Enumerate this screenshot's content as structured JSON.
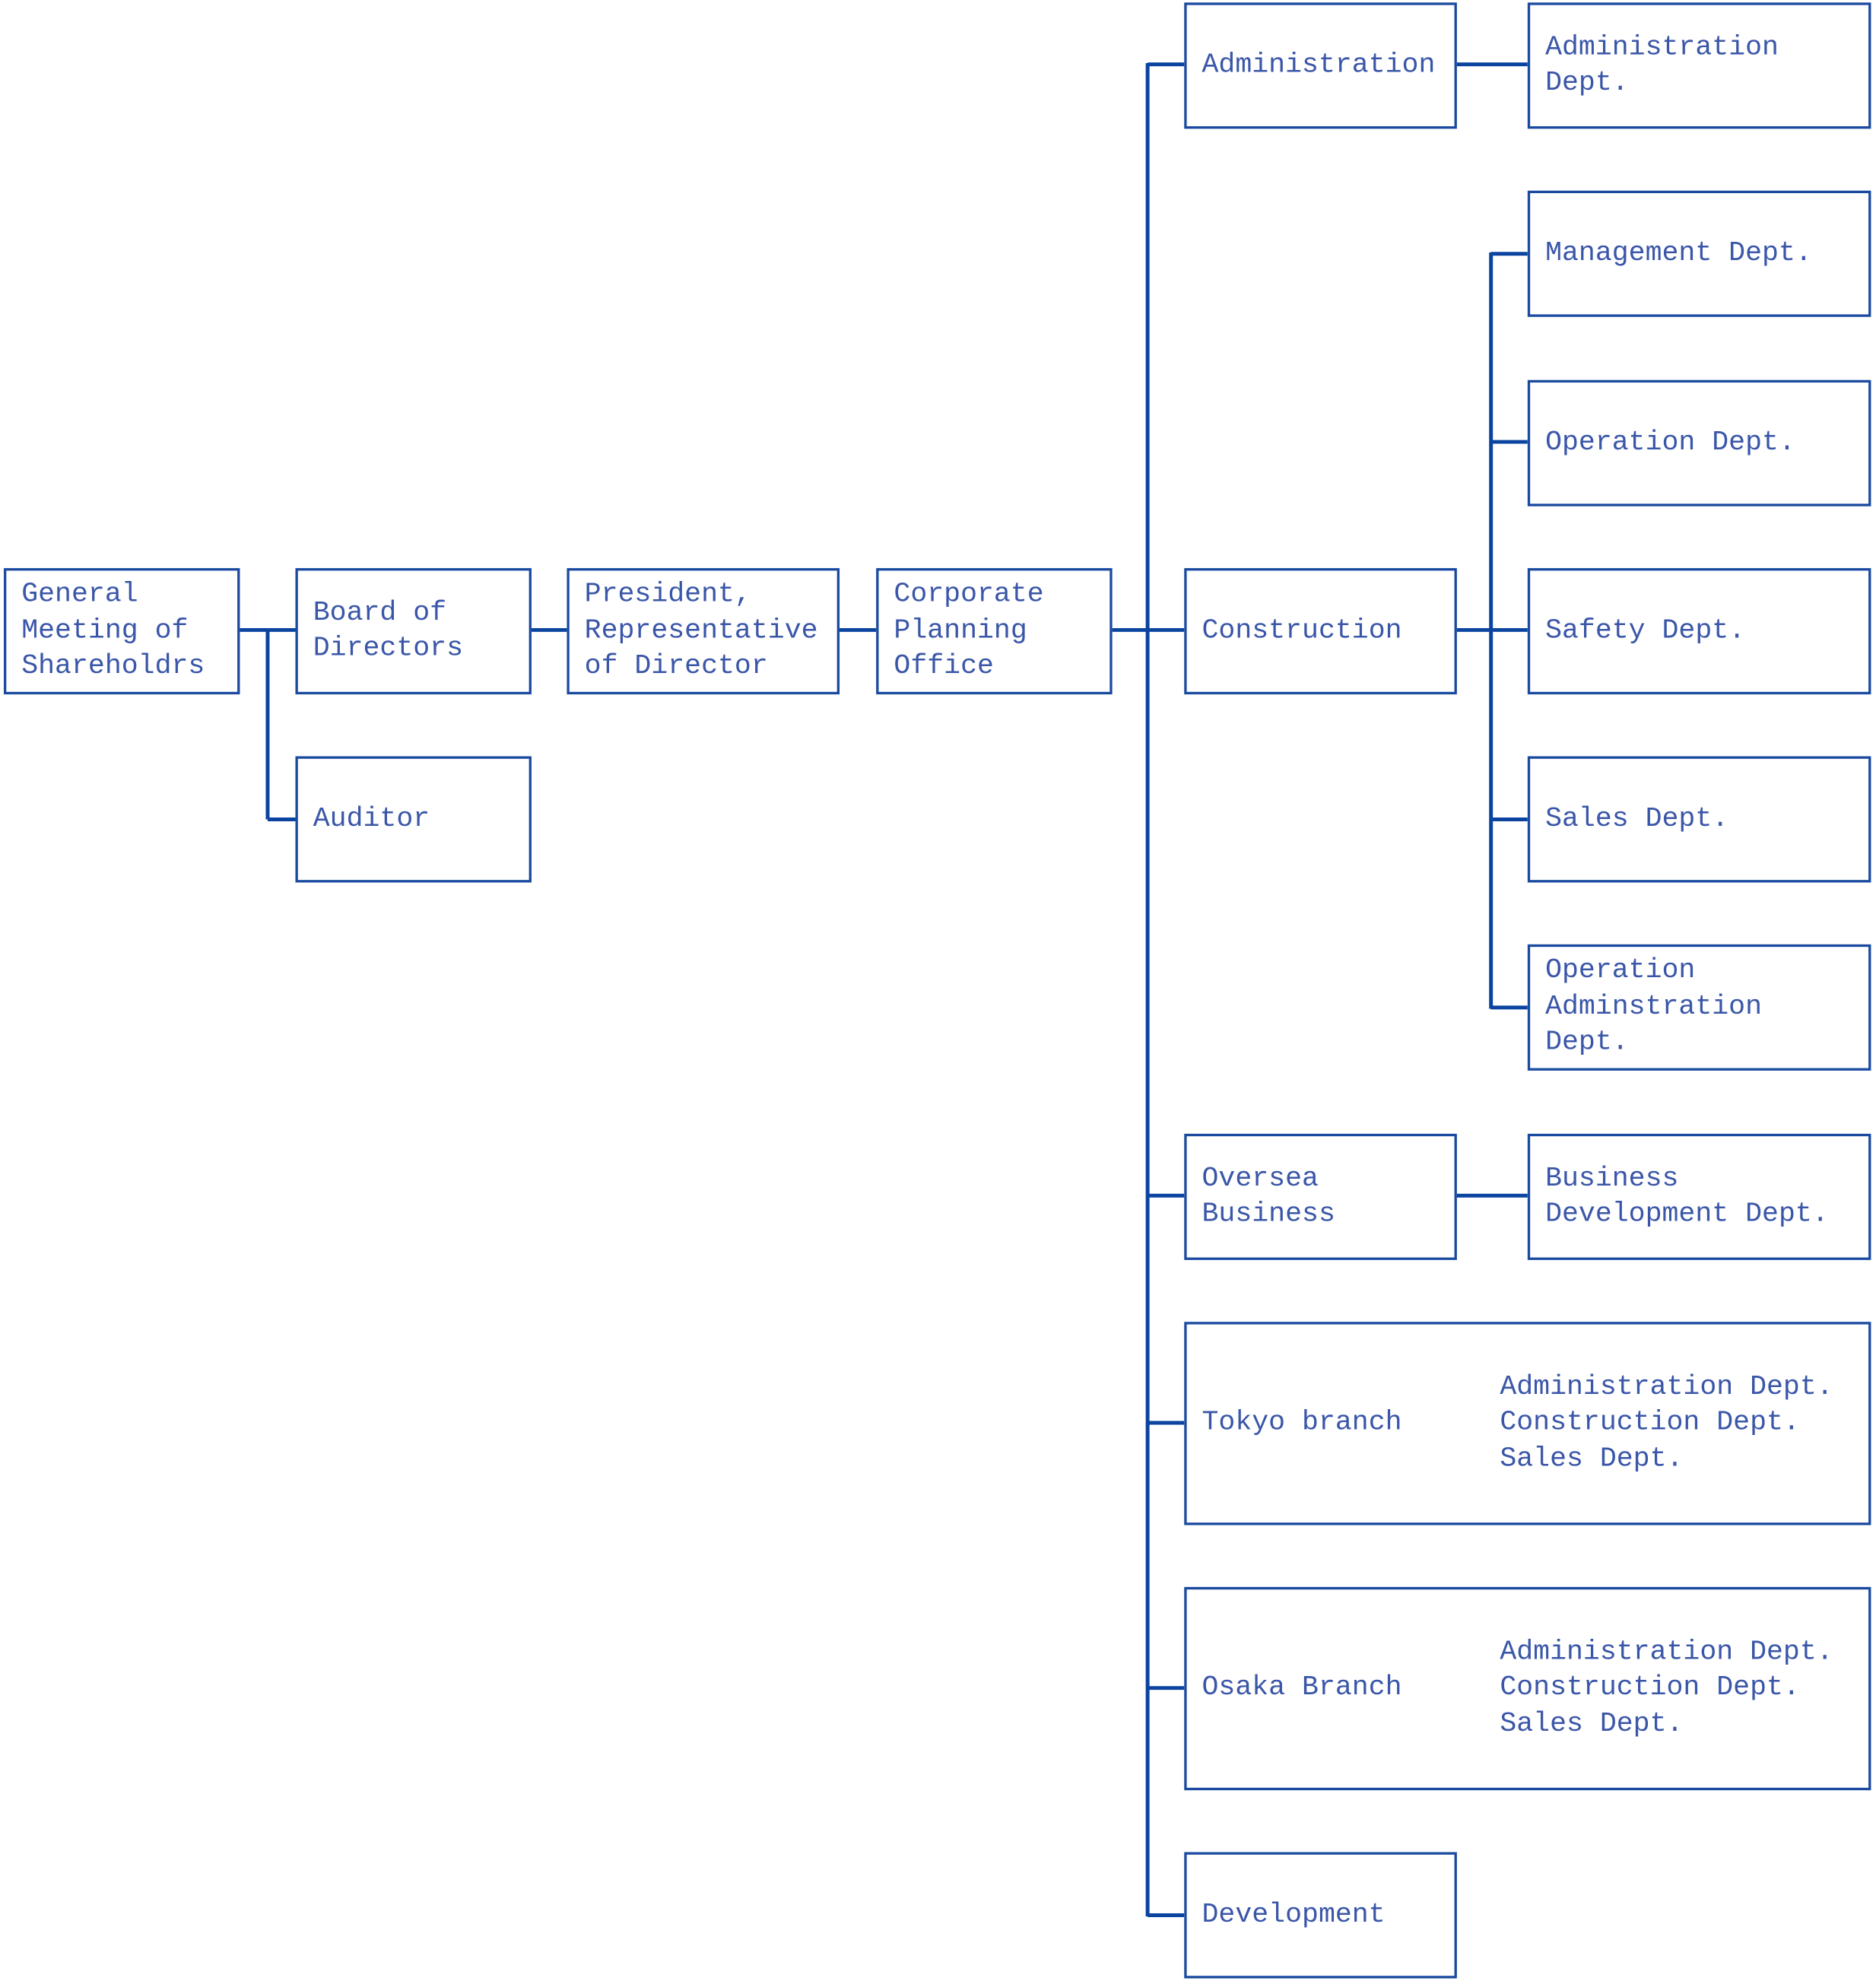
{
  "nodes": {
    "general": "General\nMeeting of\nShareholdrs",
    "board": "Board of\nDirectors",
    "auditor": "Auditor",
    "president": "President,\nRepresentative\nof Director",
    "corporate": "Corporate\nPlanning\nOffice",
    "administration": "Administration",
    "administration_dept": "Administration\nDept.",
    "construction": "Construction",
    "management_dept": "Management Dept.",
    "operation_dept": "Operation Dept.",
    "safety_dept": "Safety Dept.",
    "sales_dept": "Sales Dept.",
    "operation_admin_dept": "Operation\nAdminstration\nDept.",
    "oversea": "Oversea\nBusiness",
    "business_dev_dept": "Business\nDevelopment Dept.",
    "tokyo": "Tokyo branch",
    "tokyo_depts": "Administration Dept.\nConstruction Dept.\nSales Dept.",
    "osaka": "Osaka Branch",
    "osaka_depts": "Administration Dept.\nConstruction Dept.\nSales Dept.",
    "development": "Development"
  },
  "colors": {
    "line": "#0a44a0",
    "text": "#3a56a8",
    "border": "#1a4aa0"
  }
}
